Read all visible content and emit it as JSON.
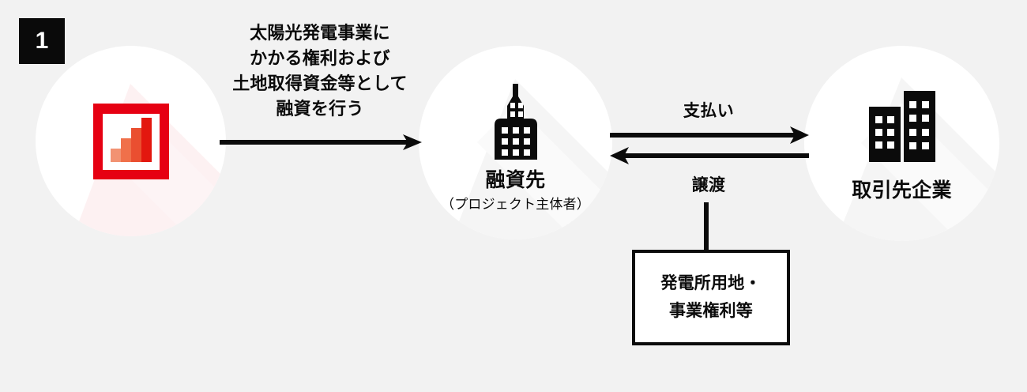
{
  "diagram": {
    "title_badge": "1",
    "background_color": "#f2f2f2",
    "accent_color": "#e60012",
    "ink_color": "#0b0b0b"
  },
  "nodes": {
    "lender": {
      "icon_name": "bar-chart-icon",
      "caption": "",
      "sub_caption": ""
    },
    "borrower": {
      "icon_name": "tower-building-icon",
      "caption": "融資先",
      "sub_caption": "（プロジェクト主体者）"
    },
    "partner": {
      "icon_name": "two-buildings-icon",
      "caption": "取引先企業",
      "sub_caption": ""
    }
  },
  "flows": {
    "financing": {
      "lines": [
        "太陽光発電事業に",
        "かかる権利および",
        "土地取得資金等として",
        "融資を行う"
      ],
      "arrow_direction": "right"
    },
    "payment": {
      "label": "支払い",
      "arrow_direction": "right"
    },
    "transfer": {
      "label": "譲渡",
      "arrow_direction": "left"
    }
  },
  "asset_box": {
    "lines": [
      "発電所用地・",
      "事業権利等"
    ]
  }
}
